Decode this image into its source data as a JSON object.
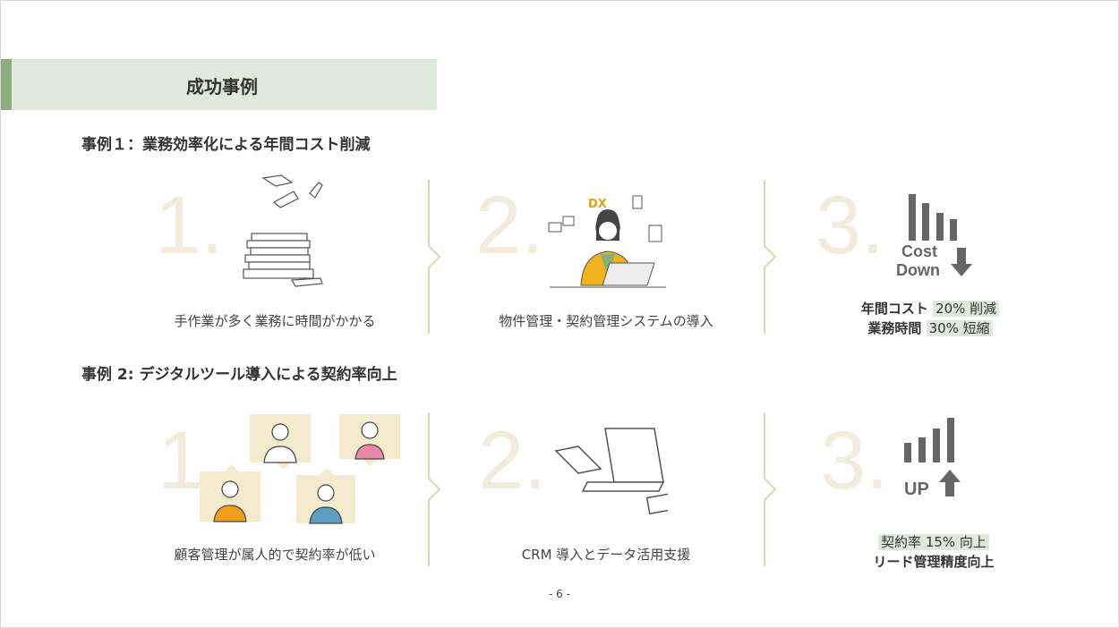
{
  "header": {
    "title": "成功事例"
  },
  "case1": {
    "title": "事例１：業務効率化による年間コスト削減",
    "steps": [
      {
        "num": "1.",
        "caption": "手作業が多く業務に時間がかかる"
      },
      {
        "num": "2.",
        "caption": "物件管理・契約管理システムの導入"
      },
      {
        "num": "3.",
        "icon_text": [
          "Cost",
          "Down"
        ]
      }
    ],
    "result": {
      "l1_a": "年間コスト",
      "l1_b": "20% 削減",
      "l2_a": "業務時間",
      "l2_b": "30% 短縮"
    },
    "dx_label": "DX"
  },
  "case2": {
    "title": "事例 2: デジタルツール導入による契約率向上",
    "steps": [
      {
        "num": "1.",
        "caption": "顧客管理が属人的で契約率が低い"
      },
      {
        "num": "2.",
        "caption": "CRM 導入とデータ活用支援"
      },
      {
        "num": "3.",
        "icon_text": "UP"
      }
    ],
    "result": {
      "l1": "契約率 15% 向上",
      "l2": "リード管理精度向上"
    }
  },
  "footer": {
    "page": "- 6 -"
  },
  "colors": {
    "accent": "#8fae80",
    "header_bg": "#e0e7dc",
    "number": "#f1ecdc",
    "divider": "#e2d4b2",
    "icon": "#666666"
  }
}
